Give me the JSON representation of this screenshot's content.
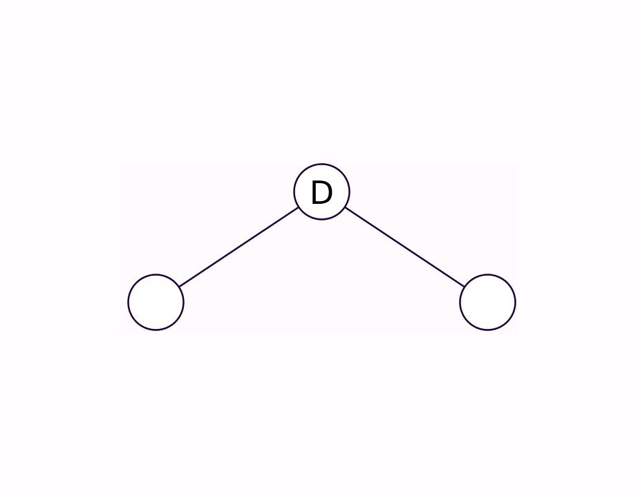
{
  "colors": {
    "page_background": "#fffdff",
    "plot_background": "#fefbfe",
    "node_stroke": "#1c0038",
    "node_fill": "#ffffff",
    "edge_stroke": "#1c0038",
    "label_color": "#000000"
  },
  "tree": {
    "nodes": [
      {
        "id": "root",
        "label": "D"
      },
      {
        "id": "left-child",
        "label": ""
      },
      {
        "id": "right-child",
        "label": ""
      }
    ],
    "edges": [
      {
        "from": "root",
        "to": "left-child"
      },
      {
        "from": "root",
        "to": "right-child"
      }
    ]
  }
}
